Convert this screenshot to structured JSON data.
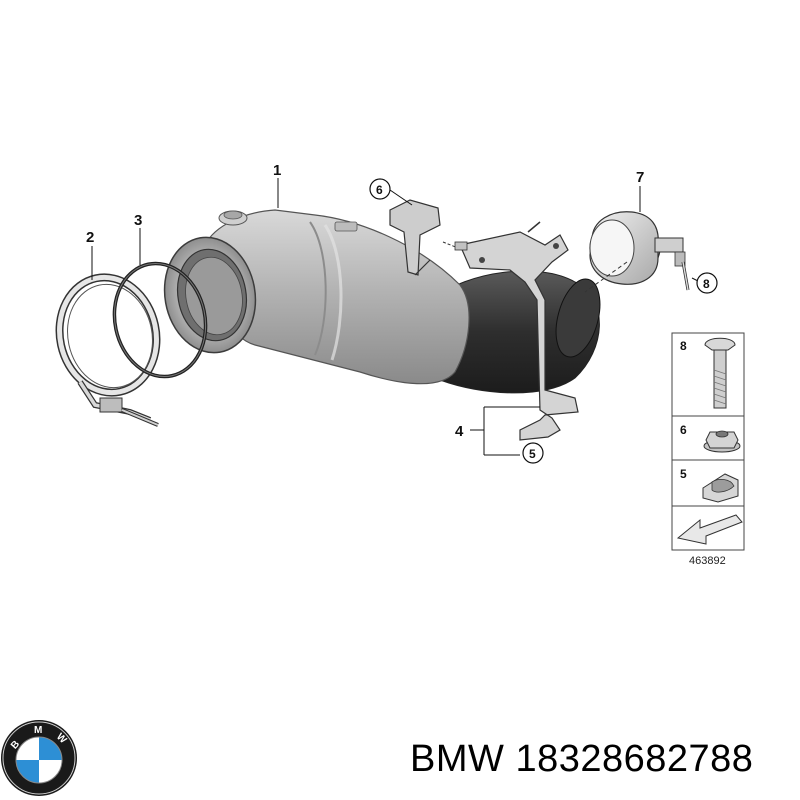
{
  "diagram": {
    "callouts": {
      "c1": "1",
      "c2": "2",
      "c3": "3",
      "c4": "4",
      "c5": "5",
      "c6": "6",
      "c7": "7",
      "c8": "8"
    },
    "legend": {
      "item8": "8",
      "item6": "6",
      "item5": "5"
    },
    "reference_number": "463892"
  },
  "footer": {
    "brand": "BMW",
    "part_number": "18328682788",
    "logo_letters": "BMW"
  },
  "colors": {
    "metal_light": "#c9c9c9",
    "metal_mid": "#a3a3a3",
    "metal_dark": "#3b3b3b",
    "bmw_blue": "#2d8fd5"
  }
}
